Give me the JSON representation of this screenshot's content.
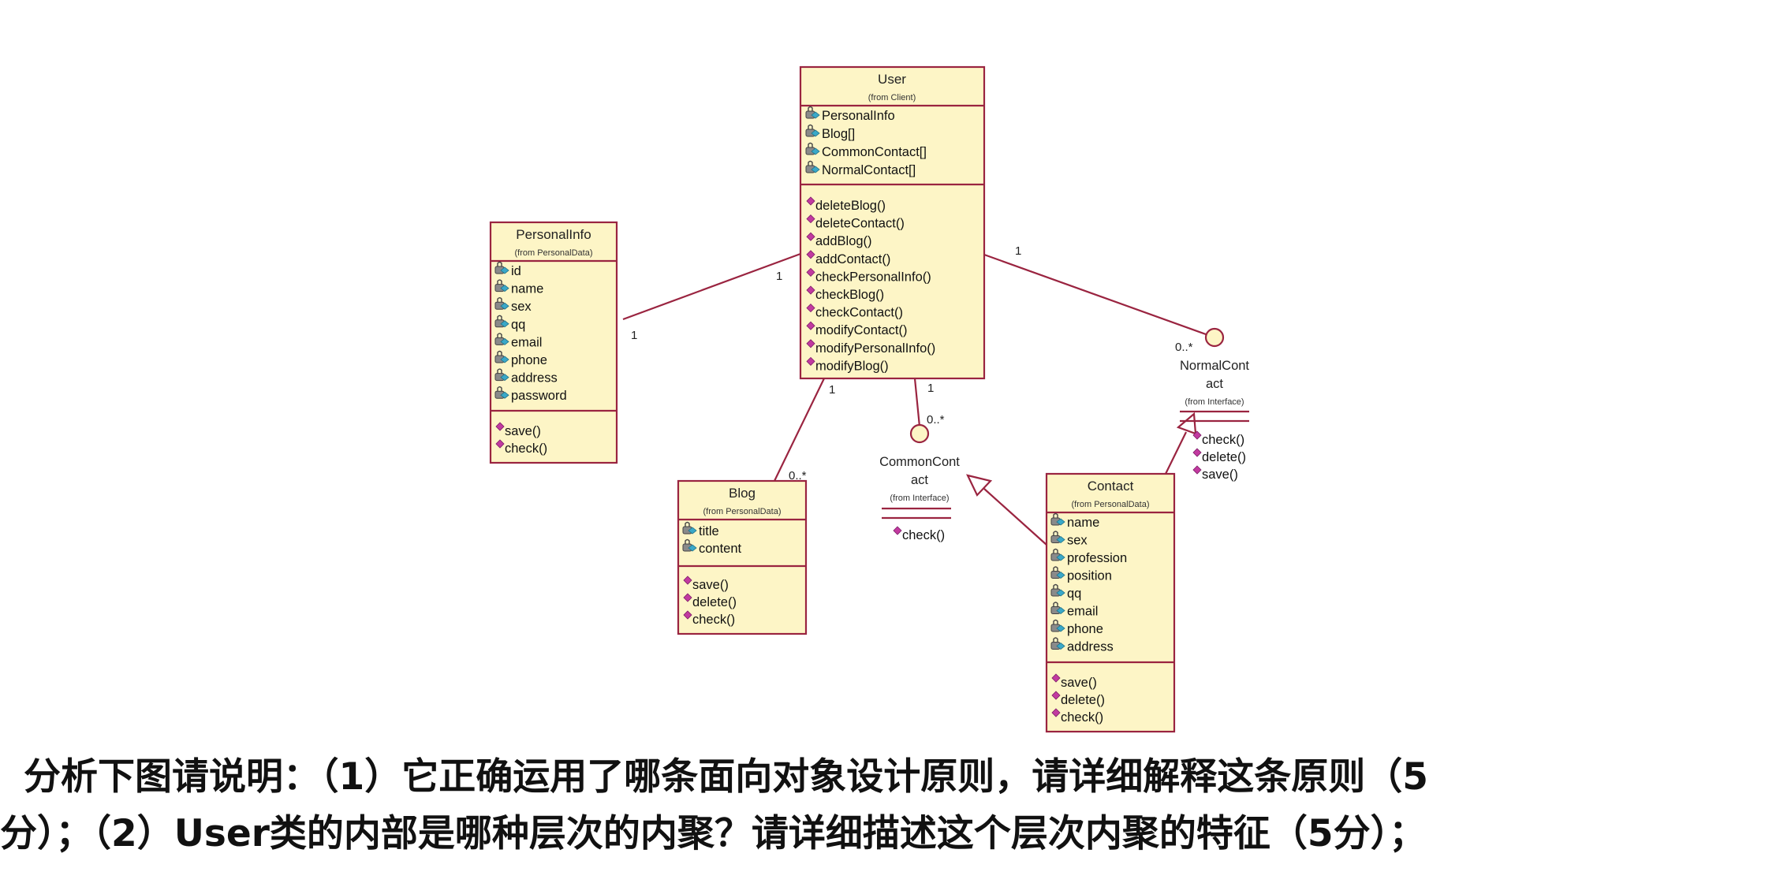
{
  "classes": {
    "user": {
      "name": "User",
      "from": "(from Client)",
      "attributes": [
        "PersonalInfo",
        "Blog[]",
        "CommonContact[]",
        "NormalContact[]"
      ],
      "operations": [
        "deleteBlog()",
        "deleteContact()",
        "addBlog()",
        "addContact()",
        "checkPersonalInfo()",
        "checkBlog()",
        "checkContact()",
        "modifyContact()",
        "modifyPersonalInfo()",
        "modifyBlog()"
      ]
    },
    "personalinfo": {
      "name": "PersonalInfo",
      "from": "(from PersonalData)",
      "attributes": [
        "id",
        "name",
        "sex",
        "qq",
        "email",
        "phone",
        "address",
        "password"
      ],
      "operations": [
        "save()",
        "check()"
      ]
    },
    "blog": {
      "name": "Blog",
      "from": "(from PersonalData)",
      "attributes": [
        "title",
        "content"
      ],
      "operations": [
        "save()",
        "delete()",
        "check()"
      ]
    },
    "contact": {
      "name": "Contact",
      "from": "(from PersonalData)",
      "attributes": [
        "name",
        "sex",
        "profession",
        "position",
        "qq",
        "email",
        "phone",
        "address"
      ],
      "operations": [
        "save()",
        "delete()",
        "check()"
      ]
    }
  },
  "interfaces": {
    "commoncontact": {
      "name_line1": "CommonCont",
      "name_line2": "act",
      "from": "(from Interface)",
      "operations": [
        "check()"
      ]
    },
    "normalcontact": {
      "name_line1": "NormalCont",
      "name_line2": "act",
      "from": "(from Interface)",
      "operations": [
        "check()",
        "delete()",
        "save()"
      ]
    }
  },
  "multiplicities": {
    "user_personalinfo_user": "1",
    "user_personalinfo_personalinfo": "1",
    "user_blog_user": "1",
    "user_blog_blog": "0..*",
    "user_commoncontact_user": "1",
    "user_commoncontact_iface": "0..*",
    "user_normalcontact_user": "1",
    "user_normalcontact_iface": "0..*"
  },
  "question": {
    "line1": "分析下图请说明：（1）它正确运用了哪条面向对象设计原则，请详细解释这条原则（5",
    "line2": "分）；（2）User类的内部是哪种层次的内聚？请详细描述这个层次内聚的特征（5分）；"
  },
  "colors": {
    "class_fill": "#fdf5c6",
    "class_border": "#9a2440",
    "attribute_icon": "#3aa8c8",
    "operation_icon": "#c23aa0"
  }
}
